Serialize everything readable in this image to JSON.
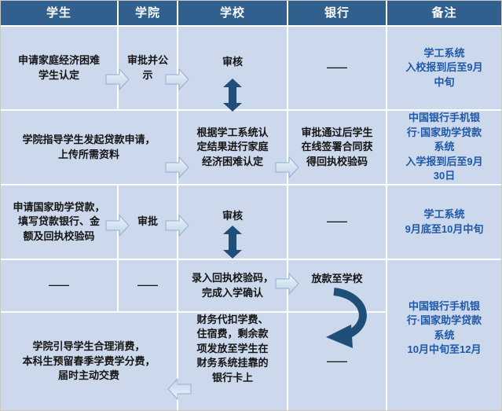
{
  "colors": {
    "header_bg": "#31608F",
    "header_text": "#FFFFFF",
    "cell_bg": "#CCD8EB",
    "body_text": "#141414",
    "remark_text": "#1F58A8",
    "dark_arrow": "#1F4E79",
    "light_arrow_top": "#EDF4FB",
    "light_arrow_bottom": "#BDD3E9",
    "light_arrow_edge": "#8FB0D1",
    "grid_line": "#FFFFFF"
  },
  "icons": {
    "flow_right": "block-arrow-right-icon",
    "flow_left": "block-arrow-left-icon",
    "flow_vertical": "double-vertical-arrow-icon",
    "flow_curved": "curved-down-left-arrow-icon"
  },
  "headers": [
    "学生",
    "学院",
    "学校",
    "银行",
    "备注"
  ],
  "rows": {
    "r1": {
      "student": "申请家庭经济困难\n学生认定",
      "college": "审批并公\n示",
      "school": "审核",
      "bank": "——",
      "remark": "学工系统\n入校报到后至9月\n中旬"
    },
    "r2": {
      "student_college": "学院指导学生发起贷款申请，\n上传所需资料",
      "school": "根据学工系统认\n定结果进行家庭\n经济困难认定",
      "bank": "审批通过后学生\n在线签署合同获\n得回执校验码",
      "remark": "中国银行手机银\n行·国家助学贷款\n系统\n入学报到后至9月\n30日"
    },
    "r3": {
      "student": "申请国家助学贷款，\n填写贷款银行、金\n额及回执校验码",
      "college": "审批",
      "school": "审核",
      "bank": "——",
      "remark": "学工系统\n9月底至10月中旬"
    },
    "r4": {
      "student": "——",
      "college": "——",
      "school": "录入回执校验码，\n完成入学确认",
      "bank": "放款至学校",
      "remark": "中国银行手机银\n行·国家助学贷款\n系统\n10月中旬至12月"
    },
    "r5": {
      "student_college": "学院引导学生合理消费，\n本科生预留春季学费学分费，\n届时主动交费",
      "school": "财务代扣学费、\n住宿费，剩余款\n项发放至学生在\n财务系统挂靠的\n银行卡上",
      "bank": "——"
    }
  }
}
